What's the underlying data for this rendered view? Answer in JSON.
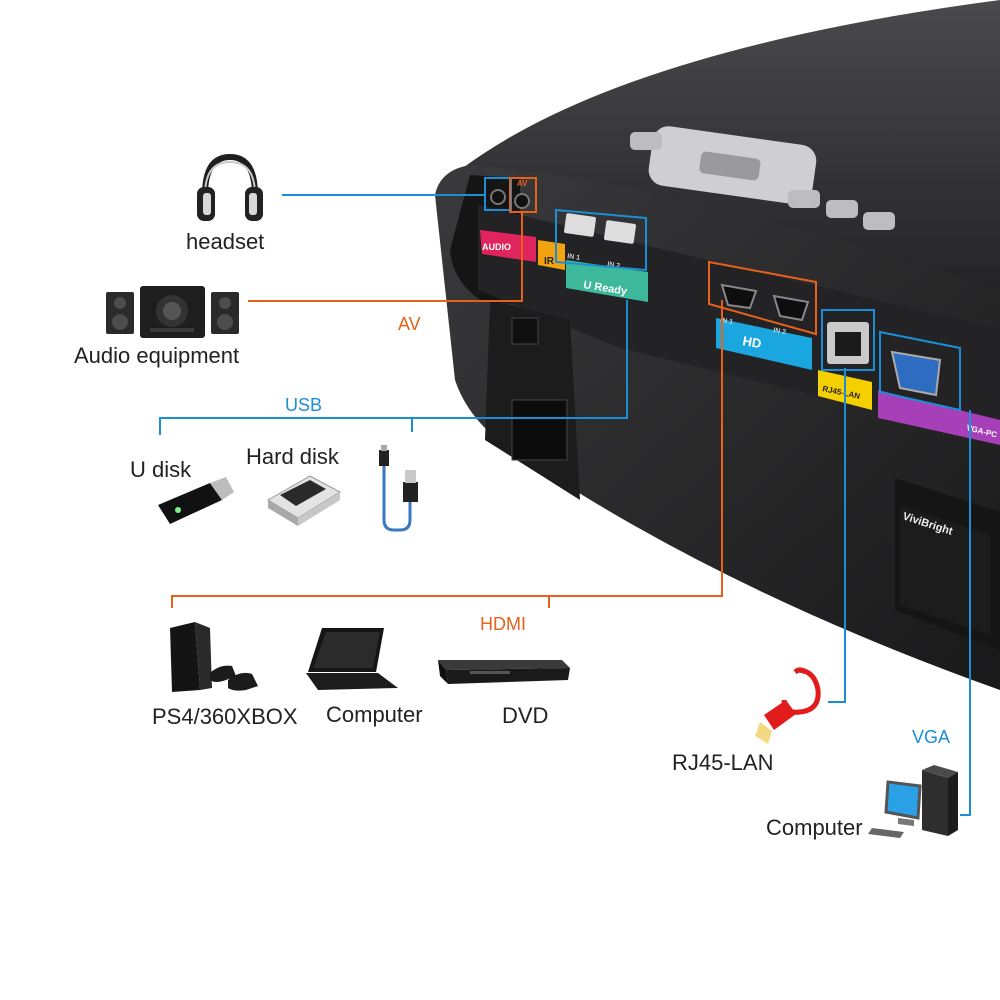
{
  "colors": {
    "blue_line": "#1a8fd6",
    "orange_line": "#e8611a",
    "projector_body": "#2b2b2d",
    "audio_strip": "#e0245e",
    "ir_strip": "#f2a30f",
    "usb_strip": "#3db89a",
    "hdmi_strip": "#1aa7e0",
    "lan_strip": "#f5d000",
    "vga_strip": "#a73fb8"
  },
  "panel_labels": {
    "audio": "AUDIO",
    "av": "AV",
    "ir": "IR",
    "u_ready": "U Ready",
    "in1": "IN 1",
    "in2": "IN 2",
    "hdmi_in1": "IN 1",
    "hdmi_in2": "IN 2",
    "hd": "HD",
    "rj45": "RJ45-LAN",
    "vga_pc": "VGA-PC",
    "brand": "ViviBright"
  },
  "devices": {
    "headset": "headset",
    "audio_equipment": "Audio equipment",
    "u_disk": "U disk",
    "hard_disk": "Hard disk",
    "ps4": "PS4/360XBOX",
    "computer_laptop": "Computer",
    "dvd": "DVD",
    "rj45_lan": "RJ45-LAN",
    "computer_desktop": "Computer"
  },
  "connections": {
    "av": "AV",
    "usb": "USB",
    "hdmi": "HDMI",
    "vga": "VGA"
  },
  "icons": [
    "headset-icon",
    "speaker-system-icon",
    "usb-stick-icon",
    "hard-disk-icon",
    "usb-cable-icon",
    "game-console-icon",
    "laptop-icon",
    "dvd-player-icon",
    "ethernet-cable-icon",
    "desktop-computer-icon"
  ]
}
